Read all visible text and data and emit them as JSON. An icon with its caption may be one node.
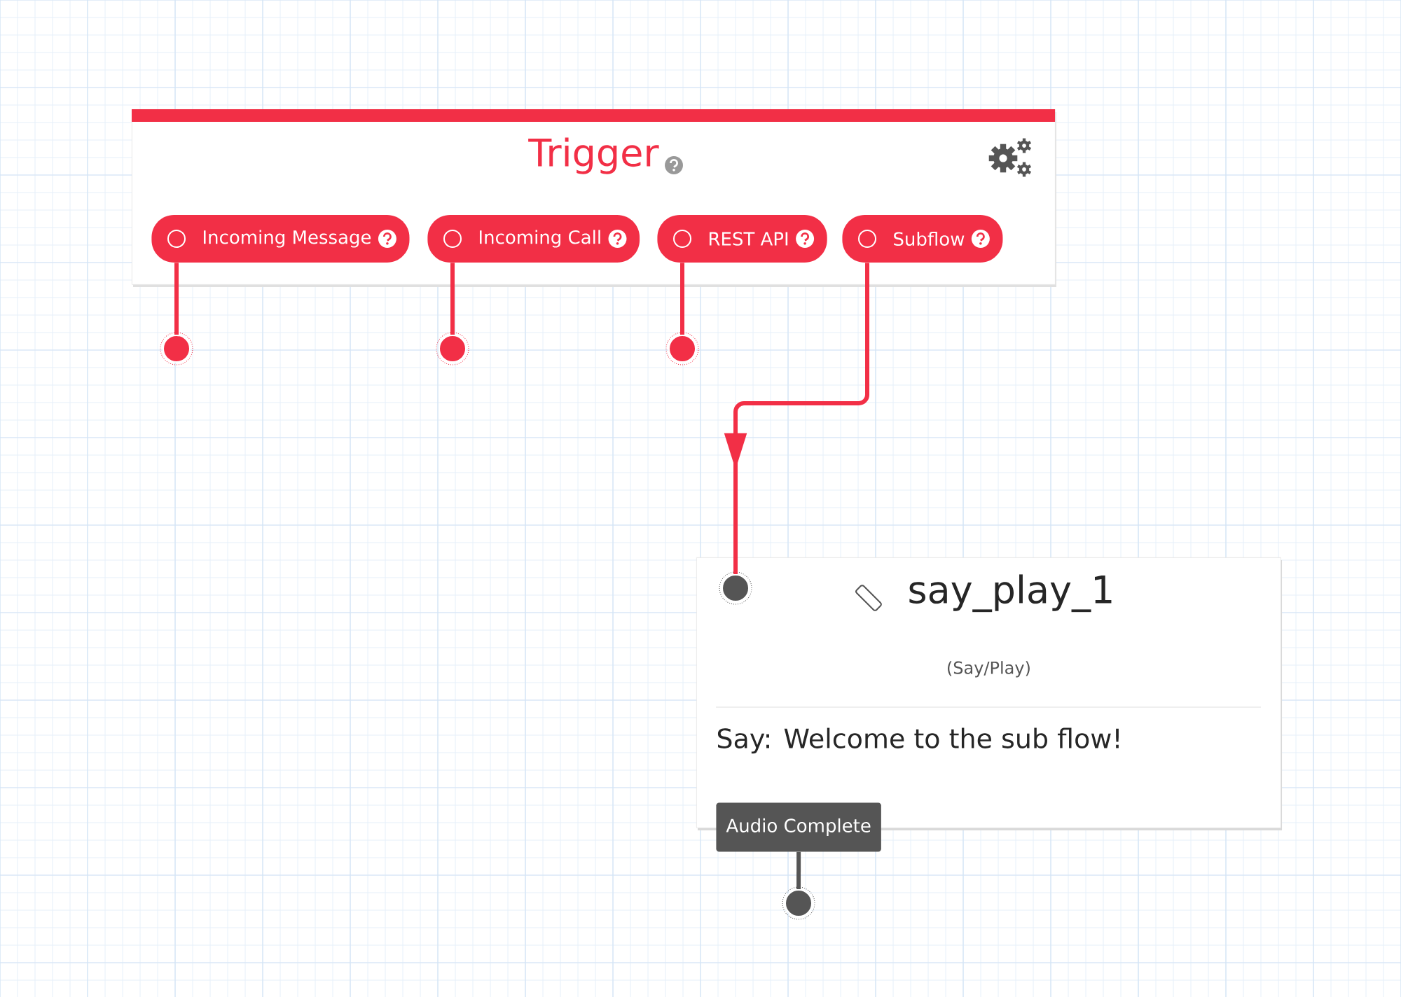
{
  "diagram": {
    "nodes": [
      {
        "text": [
          "Trigger"
        ]
      },
      {
        "text": [
          "Incoming Message"
        ],
        "in": 0
      },
      {
        "text": [
          "Incoming Call"
        ],
        "in": 0
      },
      {
        "text": [
          "REST API"
        ],
        "in": 0
      },
      {
        "text": [
          "Subflow"
        ],
        "in": 0
      },
      {
        "text": [],
        "shape": "circle"
      },
      {
        "text": [],
        "shape": "circle"
      },
      {
        "text": [],
        "shape": "circle"
      },
      {
        "text": [
          "say_play_1",
          "(Say/Play)",
          "Say: Welcome to the sub flow!"
        ]
      },
      {
        "text": [],
        "shape": "circle",
        "in": 8
      },
      {
        "text": [
          "Audio Complete"
        ]
      },
      {
        "text": [],
        "shape": "circle"
      }
    ],
    "edges": [
      {
        "from": 1,
        "to": 5,
        "arrow": "none"
      },
      {
        "from": 2,
        "to": 6,
        "arrow": "none"
      },
      {
        "from": 3,
        "to": 7,
        "arrow": "none"
      },
      {
        "from": 4,
        "to": 9,
        "arrow": "to"
      },
      {
        "from": 10,
        "to": 11,
        "arrow": "none",
        "color": "#555555"
      }
    ]
  }
}
